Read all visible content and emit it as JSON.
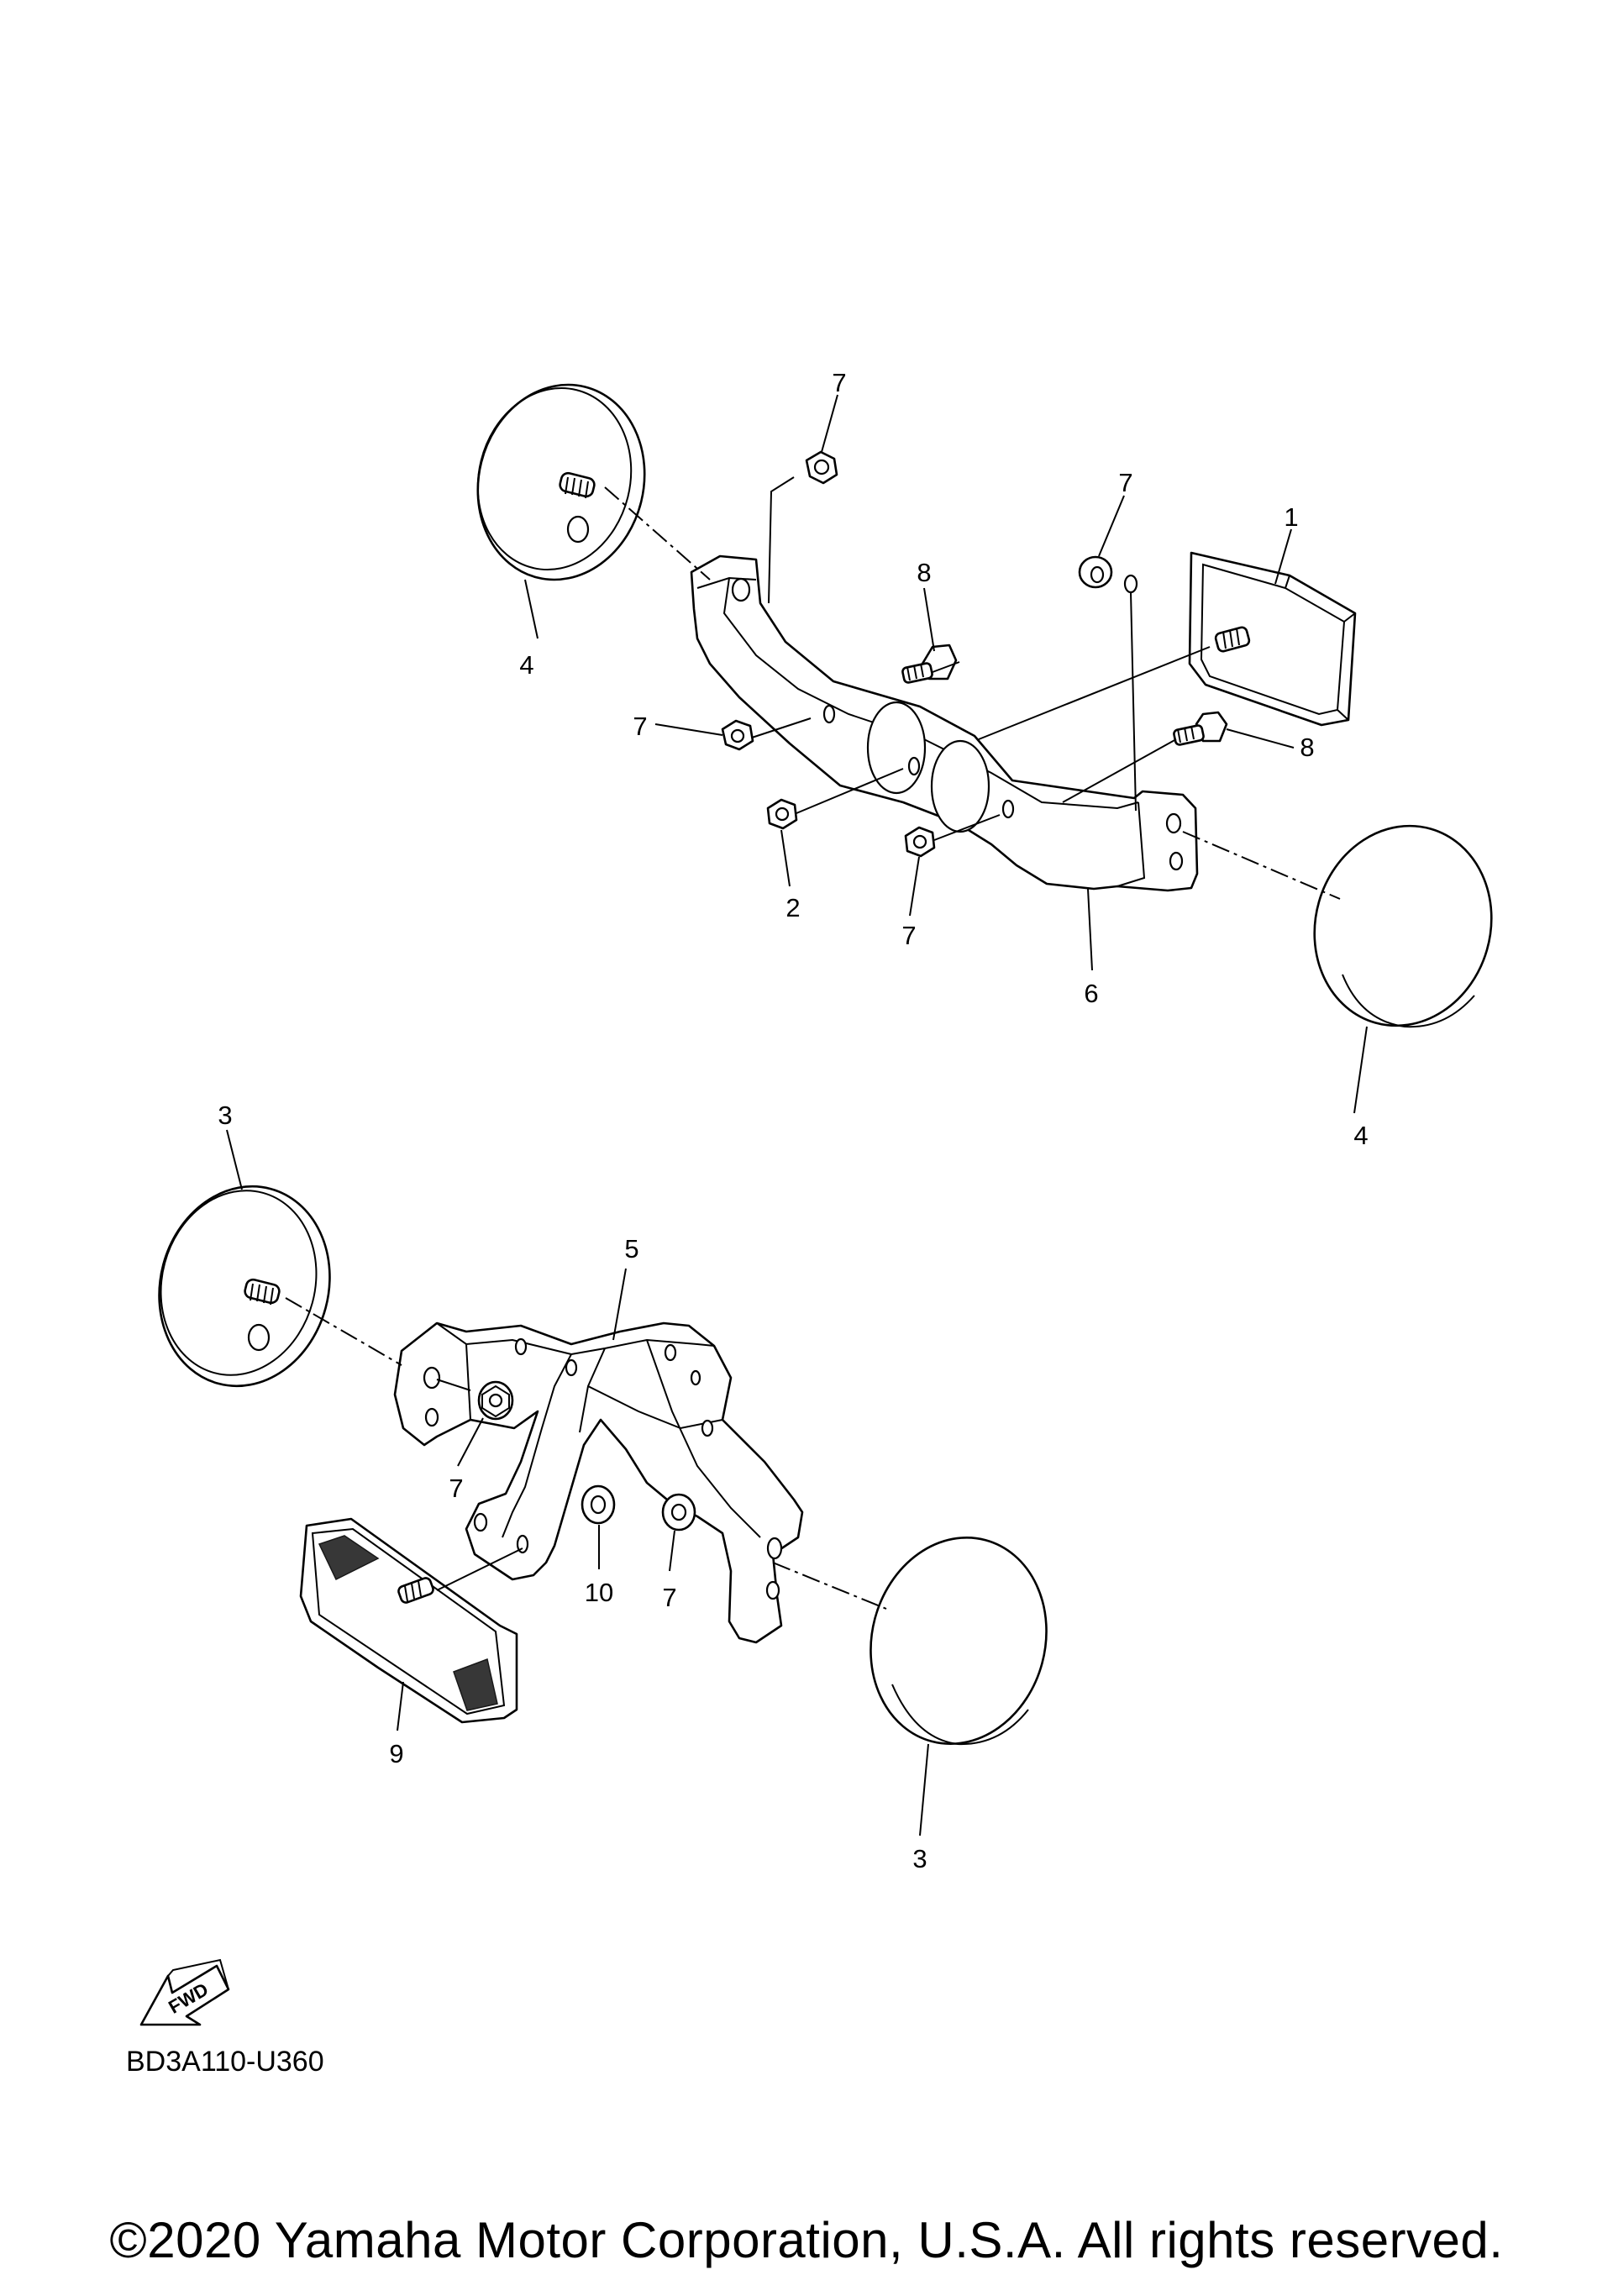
{
  "diagram": {
    "callouts": {
      "c1": "1",
      "c2": "2",
      "c3a": "3",
      "c3b": "3",
      "c4a": "4",
      "c4b": "4",
      "c5": "5",
      "c6": "6",
      "c7a": "7",
      "c7b": "7",
      "c7c": "7",
      "c7d": "7",
      "c7e": "7",
      "c7f": "7",
      "c8a": "8",
      "c8b": "8",
      "c9": "9",
      "c10": "10"
    },
    "fwd_badge": "FWD",
    "figure_code": "BD3A110-U360"
  },
  "footer": {
    "copyright": "©2020 Yamaha Motor Corporation, U.S.A. All rights reserved."
  }
}
